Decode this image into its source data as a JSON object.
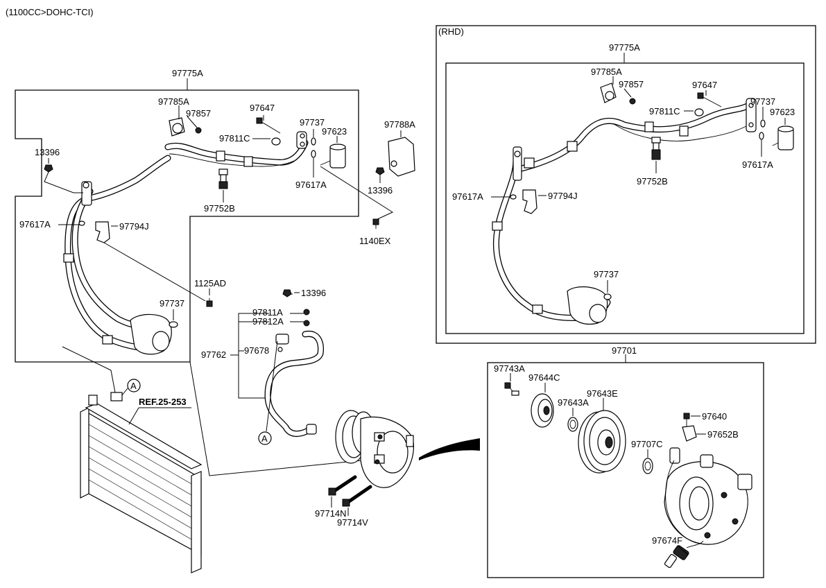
{
  "header": {
    "engine": "(1100CC>DOHC-TCI)"
  },
  "rhd": {
    "label": "(RHD)"
  },
  "labels": {
    "l_97775A": "97775A",
    "l_97785A": "97785A",
    "l_97857": "97857",
    "l_97647": "97647",
    "l_97737": "97737",
    "l_97811C": "97811C",
    "l_97623": "97623",
    "l_97617A": "97617A",
    "l_97752B": "97752B",
    "l_13396": "13396",
    "l_97788A": "97788A",
    "l_1140EX": "1140EX",
    "l_97794J": "97794J",
    "l_1125AD": "1125AD",
    "l_97811A": "97811A",
    "l_97812A": "97812A",
    "l_97762": "97762",
    "l_97678": "97678",
    "l_ref": "REF.25-253",
    "l_A": "A",
    "l_97714N": "97714N",
    "l_97714V": "97714V",
    "l_97701": "97701",
    "l_97743A": "97743A",
    "l_97644C": "97644C",
    "l_97643E": "97643E",
    "l_97643A": "97643A",
    "l_97640": "97640",
    "l_97652B": "97652B",
    "l_97707C": "97707C",
    "l_97674F": "97674F"
  }
}
